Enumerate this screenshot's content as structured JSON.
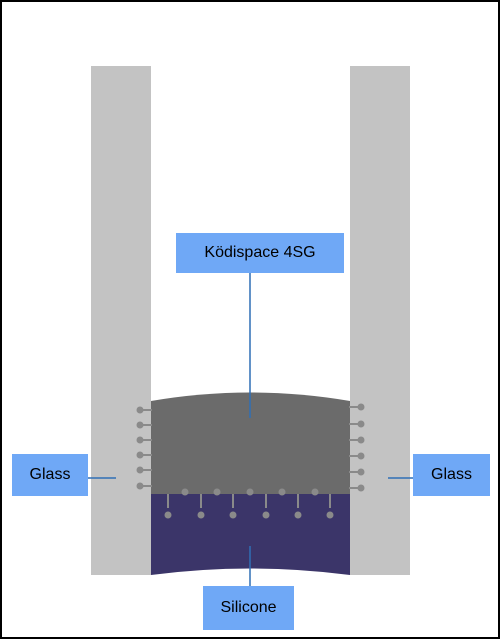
{
  "labels": {
    "spacer": "Ködispace 4SG",
    "glass_left": "Glass",
    "glass_right": "Glass",
    "silicone": "Silicone"
  },
  "colors": {
    "frame_border": "#000000",
    "glass": "#c3c3c3",
    "spacer": "#6b6b6b",
    "silicone": "#3b3569",
    "label_fill": "#6fa8f6",
    "leader_line": "#2f6fb6",
    "anchors": "#8a8a8a"
  }
}
